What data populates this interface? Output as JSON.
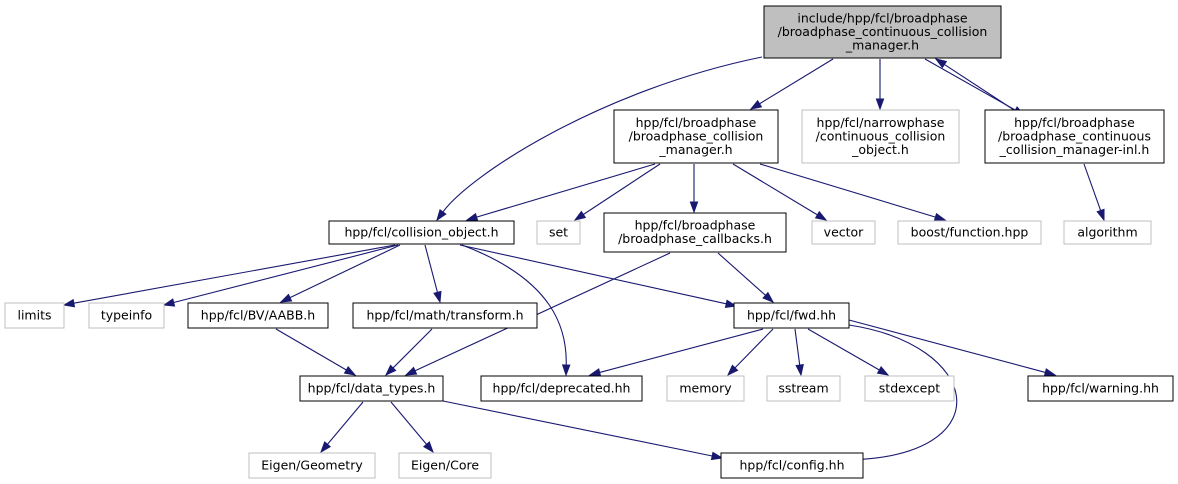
{
  "colors": {
    "edge": "#191970",
    "node_border_documented": "#000000",
    "node_border_external": "#bfbfbf",
    "node_fill_current": "#bfbfbf",
    "node_fill_default": "#ffffff"
  },
  "nodes": [
    {
      "id": "root",
      "kind": "current",
      "lines": [
        "include/hpp/fcl/broadphase",
        "/broadphase_continuous_collision",
        "_manager.h"
      ]
    },
    {
      "id": "bcm",
      "kind": "documented",
      "lines": [
        "hpp/fcl/broadphase",
        "/broadphase_collision",
        "_manager.h"
      ]
    },
    {
      "id": "np",
      "kind": "external",
      "lines": [
        "hpp/fcl/narrowphase",
        "/continuous_collision",
        "_object.h"
      ]
    },
    {
      "id": "inl",
      "kind": "documented",
      "lines": [
        "hpp/fcl/broadphase",
        "/broadphase_continuous",
        "_collision_manager-inl.h"
      ]
    },
    {
      "id": "co",
      "kind": "documented",
      "lines": [
        "hpp/fcl/collision_object.h"
      ]
    },
    {
      "id": "set",
      "kind": "external",
      "lines": [
        "set"
      ]
    },
    {
      "id": "cb",
      "kind": "documented",
      "lines": [
        "hpp/fcl/broadphase",
        "/broadphase_callbacks.h"
      ]
    },
    {
      "id": "vector",
      "kind": "external",
      "lines": [
        "vector"
      ]
    },
    {
      "id": "boost",
      "kind": "external",
      "lines": [
        "boost/function.hpp"
      ]
    },
    {
      "id": "algorithm",
      "kind": "external",
      "lines": [
        "algorithm"
      ]
    },
    {
      "id": "limits",
      "kind": "external",
      "lines": [
        "limits"
      ]
    },
    {
      "id": "typeinfo",
      "kind": "external",
      "lines": [
        "typeinfo"
      ]
    },
    {
      "id": "aabb",
      "kind": "documented",
      "lines": [
        "hpp/fcl/BV/AABB.h"
      ]
    },
    {
      "id": "transform",
      "kind": "documented",
      "lines": [
        "hpp/fcl/math/transform.h"
      ]
    },
    {
      "id": "fwd",
      "kind": "documented",
      "lines": [
        "hpp/fcl/fwd.hh"
      ]
    },
    {
      "id": "datatypes",
      "kind": "documented",
      "lines": [
        "hpp/fcl/data_types.h"
      ]
    },
    {
      "id": "deprecated",
      "kind": "documented",
      "lines": [
        "hpp/fcl/deprecated.hh"
      ]
    },
    {
      "id": "memory",
      "kind": "external",
      "lines": [
        "memory"
      ]
    },
    {
      "id": "sstream",
      "kind": "external",
      "lines": [
        "sstream"
      ]
    },
    {
      "id": "stdexcept",
      "kind": "external",
      "lines": [
        "stdexcept"
      ]
    },
    {
      "id": "warning",
      "kind": "documented",
      "lines": [
        "hpp/fcl/warning.hh"
      ]
    },
    {
      "id": "eigengeo",
      "kind": "external",
      "lines": [
        "Eigen/Geometry"
      ]
    },
    {
      "id": "eigencore",
      "kind": "external",
      "lines": [
        "Eigen/Core"
      ]
    },
    {
      "id": "config",
      "kind": "documented",
      "lines": [
        "hpp/fcl/config.hh"
      ]
    }
  ],
  "edges": [
    {
      "from": "root",
      "to": "bcm"
    },
    {
      "from": "root",
      "to": "np"
    },
    {
      "from": "root",
      "to": "inl"
    },
    {
      "from": "root",
      "to": "co"
    },
    {
      "from": "inl",
      "to": "root"
    },
    {
      "from": "inl",
      "to": "algorithm"
    },
    {
      "from": "bcm",
      "to": "co"
    },
    {
      "from": "bcm",
      "to": "set"
    },
    {
      "from": "bcm",
      "to": "cb"
    },
    {
      "from": "bcm",
      "to": "vector"
    },
    {
      "from": "bcm",
      "to": "boost"
    },
    {
      "from": "co",
      "to": "limits"
    },
    {
      "from": "co",
      "to": "typeinfo"
    },
    {
      "from": "co",
      "to": "aabb"
    },
    {
      "from": "co",
      "to": "transform"
    },
    {
      "from": "co",
      "to": "fwd"
    },
    {
      "from": "co",
      "to": "deprecated"
    },
    {
      "from": "cb",
      "to": "fwd"
    },
    {
      "from": "cb",
      "to": "datatypes"
    },
    {
      "from": "aabb",
      "to": "datatypes"
    },
    {
      "from": "transform",
      "to": "datatypes"
    },
    {
      "from": "fwd",
      "to": "deprecated"
    },
    {
      "from": "fwd",
      "to": "memory"
    },
    {
      "from": "fwd",
      "to": "sstream"
    },
    {
      "from": "fwd",
      "to": "stdexcept"
    },
    {
      "from": "fwd",
      "to": "warning"
    },
    {
      "from": "fwd",
      "to": "config"
    },
    {
      "from": "datatypes",
      "to": "eigengeo"
    },
    {
      "from": "datatypes",
      "to": "eigencore"
    },
    {
      "from": "datatypes",
      "to": "config"
    }
  ]
}
